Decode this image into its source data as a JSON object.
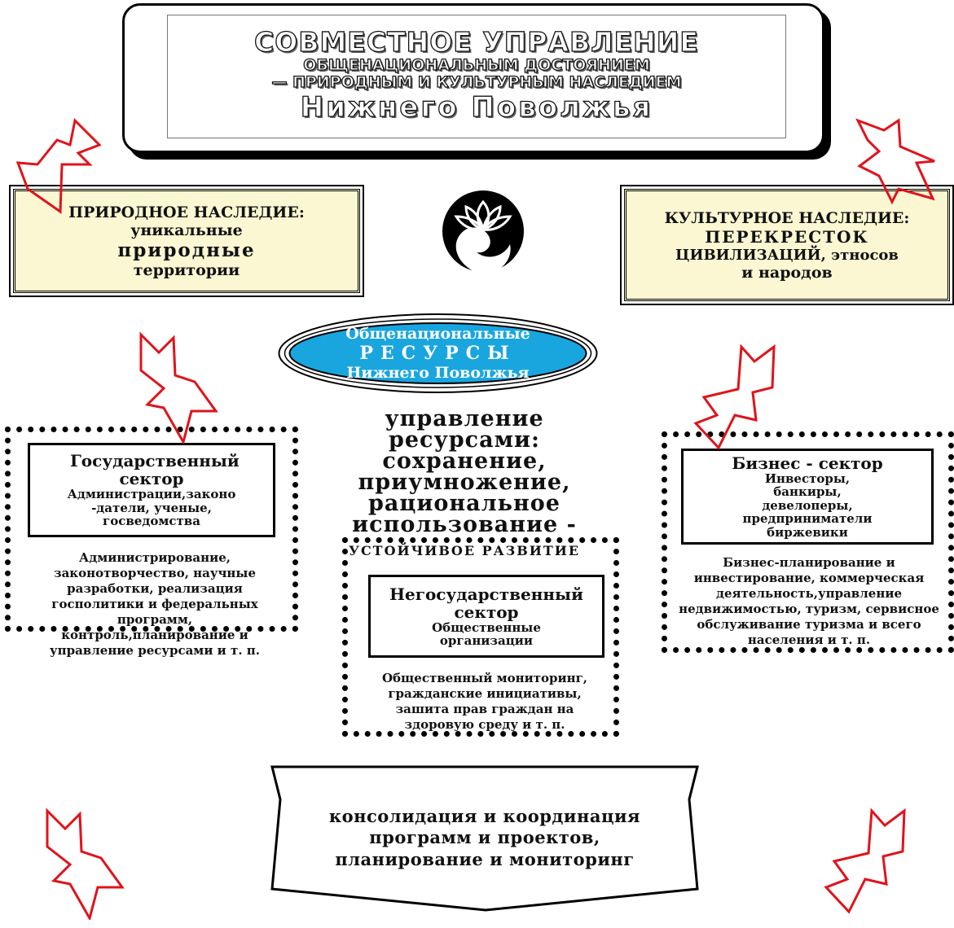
{
  "title": {
    "line1": "СОВМЕСТНОЕ УПРАВЛЕНИЕ",
    "line2": "ОБЩЕНАЦИОНАЛЬНЫМ ДОСТОЯНИЕМ",
    "line3": "— ПРИРОДНЫМ И КУЛЬТУРНЫМ НАСЛЕДИЕМ",
    "line4": "Нижнего Поволжья"
  },
  "natural_heritage": {
    "title": "ПРИРОДНОЕ НАСЛЕДИЕ:",
    "line1": "уникальные",
    "line2": "природные",
    "line3": "территории"
  },
  "cultural_heritage": {
    "title": "КУЛЬТУРНОЕ НАСЛЕДИЕ:",
    "line1": "ПЕРЕКРЕСТОК",
    "line2": "ЦИВИЛИЗАЦИЙ, этносов",
    "line3": "и народов"
  },
  "resources": {
    "line1": "Общенациональные",
    "line2": "РЕСУРСЫ",
    "line3": "Нижнего Поволжья"
  },
  "center": {
    "line1": "управление ресурсами:",
    "line2": "сохранение,",
    "line3": "приумножение,",
    "line4": "рациональное",
    "line5": "использование -",
    "line6": "УСТОЙЧИВОЕ РАЗВИТИЕ"
  },
  "gov_sector": {
    "title": "Государственный сектор",
    "subtitle": "Администрации,законо -датели, ученые, госведомства",
    "description": "Администрирование, законотворчество, научные разработки, реализация госполитики и федеральных программ, контроль,планирование и управление ресурсами и т. п."
  },
  "ngo_sector": {
    "title": "Негосударственный сектор",
    "subtitle": "Общественные организации",
    "description": "Общественный мониторинг, гражданские инициативы, зашита прав граждан на здоровую среду и т. п."
  },
  "biz_sector": {
    "title": "Бизнес - сектор",
    "subtitle": "Инвесторы, банкиры, девелоперы, предприниматели биржевики",
    "description": "Бизнес-планирование и инвестирование, коммерческая деятельность,управление недвижимостью, туризм, сервисное обслуживание туризма и всего населения и т. п."
  },
  "consolidation": {
    "line1": "консолидация и координация",
    "line2": "программ и проектов,",
    "line3": "планирование и мониторинг"
  },
  "colors": {
    "arrow": "#e0131b",
    "ellipse": "#19a6df",
    "heritage_bg": "#fbf7d2"
  },
  "icons": {
    "logo": "lotus-hands-emblem",
    "arrows": "ribbon-arrow-icon"
  }
}
